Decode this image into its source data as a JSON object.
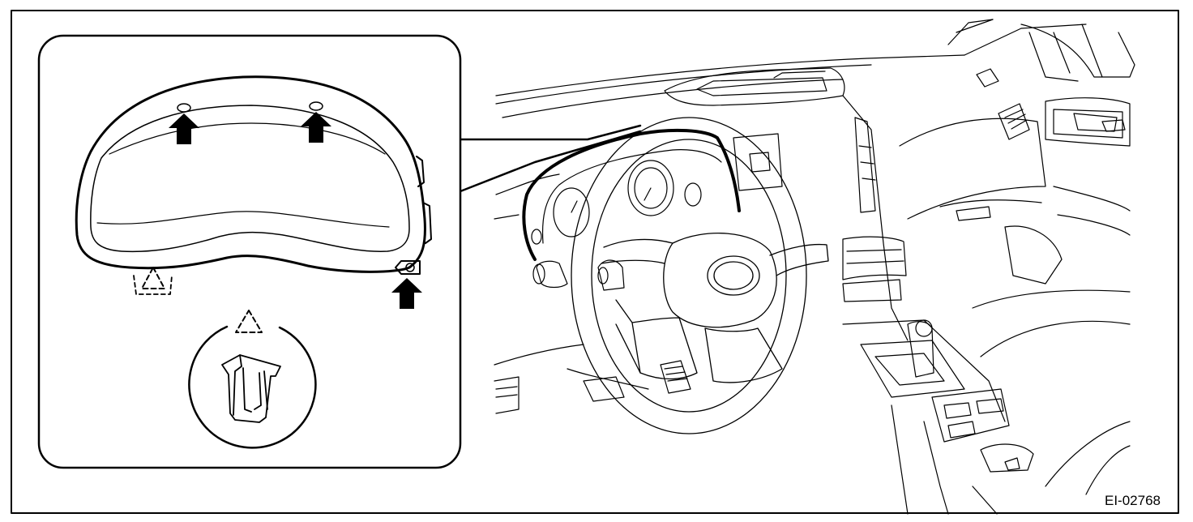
{
  "figure": {
    "id_label": "EI-02768"
  },
  "colors": {
    "line": "#000000",
    "background": "#ffffff"
  },
  "callouts": [
    {
      "name": "clip-location-top-left",
      "icon": "arrow-up-icon"
    },
    {
      "name": "clip-location-top-right",
      "icon": "arrow-up-icon"
    },
    {
      "name": "clip-location-bottom-right",
      "icon": "arrow-up-icon"
    },
    {
      "name": "clip-location-bottom-left",
      "icon": "dashed-triangle-icon"
    }
  ]
}
